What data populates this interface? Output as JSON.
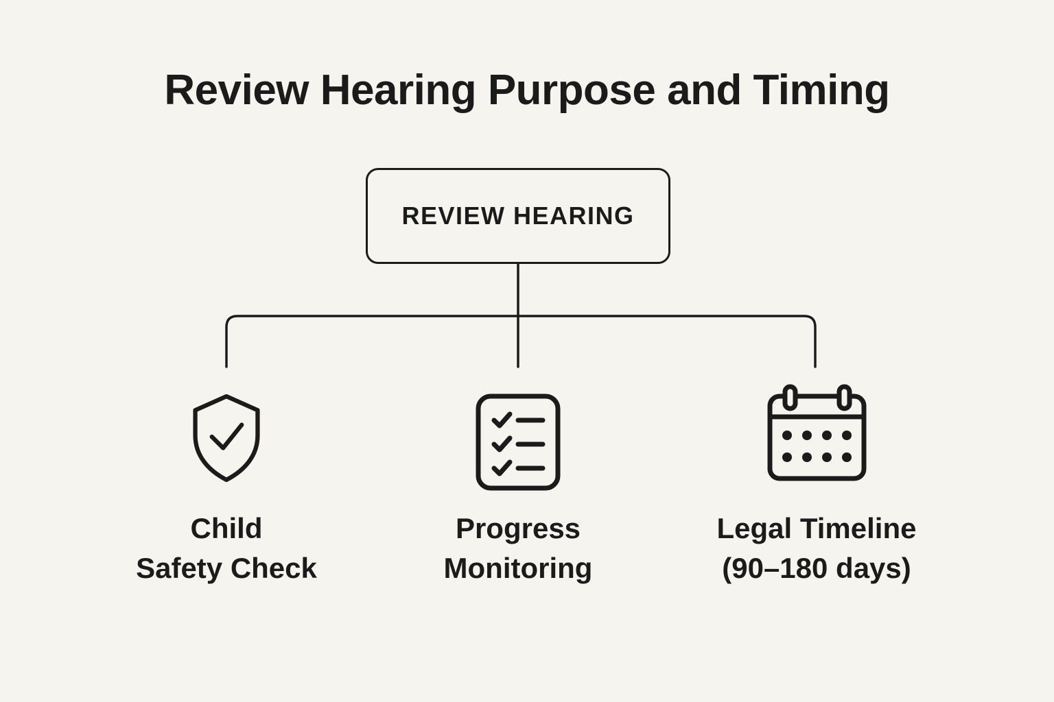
{
  "title": "Review Hearing Purpose and Timing",
  "root": {
    "label": "REVIEW HEARING"
  },
  "nodes": [
    {
      "icon": "shield-check-icon",
      "label": "Child\nSafety Check"
    },
    {
      "icon": "checklist-icon",
      "label": "Progress\nMonitoring"
    },
    {
      "icon": "calendar-icon",
      "label": "Legal Timeline\n(90–180 days)"
    }
  ],
  "colors": {
    "background": "#F6F4EF",
    "ink": "#1B1B1B"
  }
}
